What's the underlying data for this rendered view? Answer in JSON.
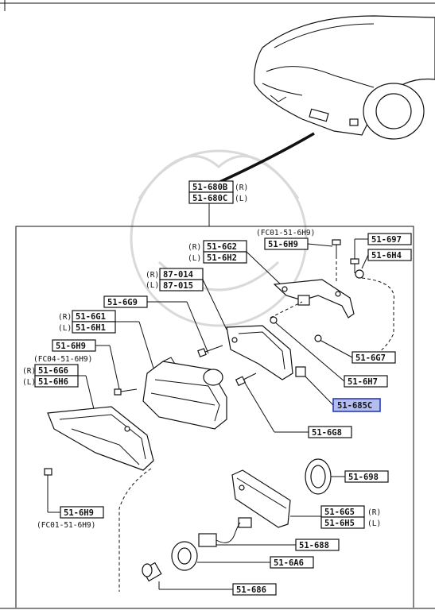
{
  "parts": {
    "assembly_r": "51-680B",
    "assembly_l": "51-680C",
    "bracket_note": "(FC01-51-6H9)",
    "screw_top": "51-6H9",
    "bracket_r": "51-6G2",
    "bracket_l": "51-6H2",
    "bolt_697": "51-697",
    "nut_6h4": "51-6H4",
    "housing_r": "87-014",
    "housing_l": "87-015",
    "screw_6g9": "51-6G9",
    "lens_r": "51-6G1",
    "lens_l": "51-6H1",
    "screw_mid": "51-6H9",
    "mid_note": "(FC04-51-6H9)",
    "cover_r": "51-6G6",
    "cover_l": "51-6H6",
    "washer_6g7": "51-6G7",
    "clip_6h7": "51-6H7",
    "highlight_685c": "51-685C",
    "screw_6g8": "51-6G8",
    "screw_bottom": "51-6H9",
    "bottom_note": "(FC01-51-6H9)",
    "ring_698": "51-698",
    "socket_r": "51-6G5",
    "socket_l": "51-6H5",
    "harness_688": "51-688",
    "cap_6a6": "51-6A6",
    "bulb_686": "51-686"
  },
  "side_marks": {
    "r": "(R)",
    "l": "(L)"
  },
  "colors": {
    "highlight_fill": "#b3bdf0",
    "highlight_stroke": "#2a3bb5",
    "ink": "#111111"
  }
}
